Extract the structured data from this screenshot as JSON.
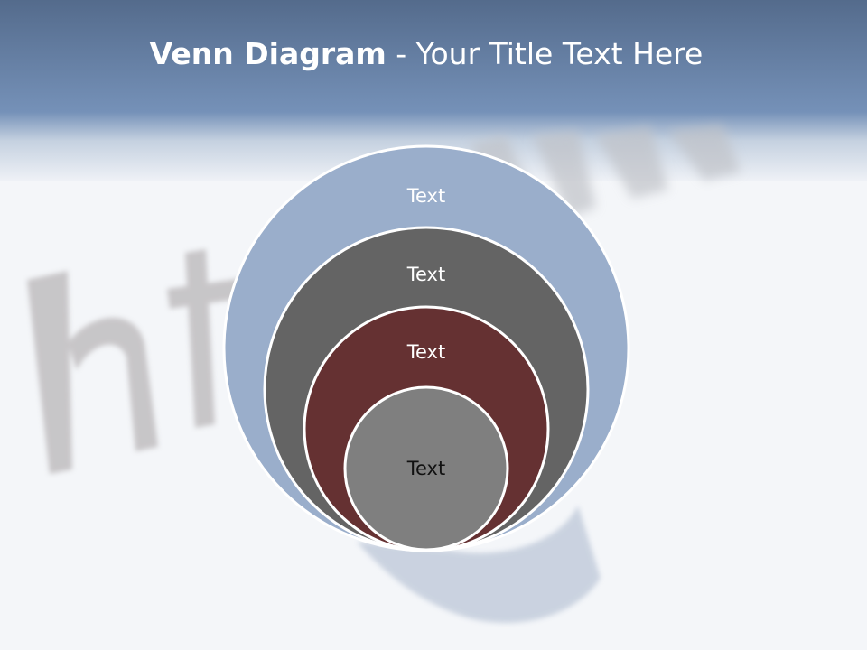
{
  "slide": {
    "title_bold": "Venn Diagram",
    "title_rest": " - Your Title Text Here"
  },
  "diagram": {
    "type": "nested-circles",
    "circles": [
      {
        "label": "Text",
        "fill": "#9aaecb",
        "label_color": "#ffffff"
      },
      {
        "label": "Text",
        "fill": "#646464",
        "label_color": "#ffffff"
      },
      {
        "label": "Text",
        "fill": "#653132",
        "label_color": "#ffffff"
      },
      {
        "label": "Text",
        "fill": "#7f7f7f",
        "label_color": "#111111"
      }
    ]
  },
  "colors": {
    "header_top": "#546b8c",
    "header_mid": "#7591b8",
    "background": "#f4f6f9",
    "circle_stroke": "#ffffff"
  }
}
